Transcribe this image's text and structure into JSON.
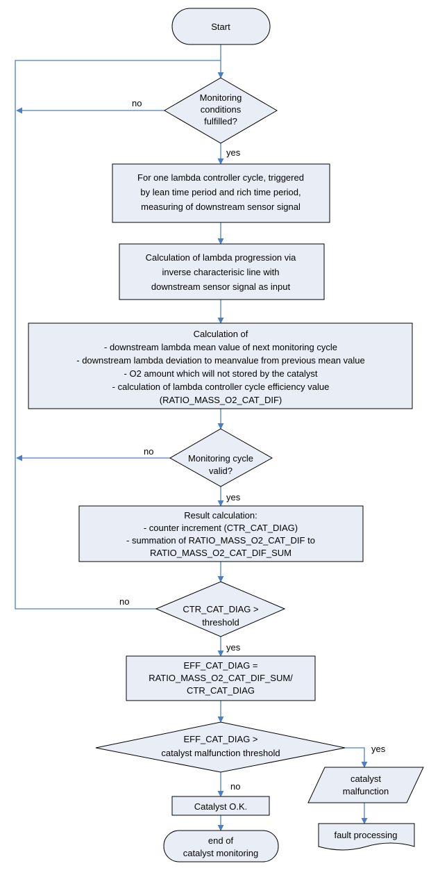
{
  "flowchart": {
    "start": "Start",
    "decision_conditions": [
      "Monitoring",
      "conditions",
      "fulfilled?"
    ],
    "step_measure": [
      "For one lambda controller cycle, triggered",
      "by lean time period and rich time period,",
      "measuring of downstream sensor signal"
    ],
    "step_progression": [
      "Calculation of lambda progression via",
      "inverse characterisic line with",
      "downstream sensor signal as input"
    ],
    "step_calculation": [
      "Calculation of",
      "- downstream lambda mean value of next monitoring cycle",
      "- downstream lambda deviation to meanvalue from previous mean value",
      "- O2 amount which will not stored by the catalyst",
      "- calculation of lambda controller cycle efficiency value",
      "(RATIO_MASS_O2_CAT_DIF)"
    ],
    "decision_valid": [
      "Monitoring cycle",
      "valid?"
    ],
    "step_result": [
      "Result calculation:",
      "- counter increment (CTR_CAT_DIAG)",
      "- summation of RATIO_MASS_O2_CAT_DIF to",
      "RATIO_MASS_O2_CAT_DIF_SUM"
    ],
    "decision_counter": [
      "CTR_CAT_DIAG >",
      "threshold"
    ],
    "step_eff": [
      "EFF_CAT_DIAG =",
      "RATIO_MASS_O2_CAT_DIF_SUM/",
      "CTR_CAT_DIAG"
    ],
    "decision_eff": [
      "EFF_CAT_DIAG >",
      "catalyst malfunction threshold"
    ],
    "catalyst_ok": "Catalyst O.K.",
    "end": [
      "end of",
      "catalyst monitoring"
    ],
    "malfunction": [
      "catalyst",
      "malfunction"
    ],
    "fault": "fault processing",
    "labels": {
      "no1": "no",
      "yes1": "yes",
      "no2": "no",
      "yes2": "yes",
      "no3": "no",
      "yes3": "yes",
      "yes4": "yes",
      "no4": "no"
    }
  },
  "colors": {
    "line": "#4a7fc4",
    "fill": "#e9eef6",
    "stroke": "#000000"
  }
}
